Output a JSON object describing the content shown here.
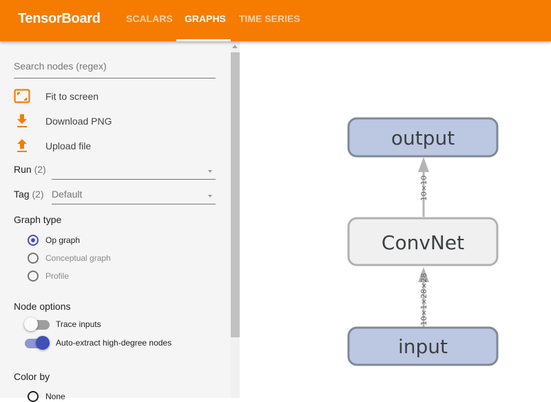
{
  "header": {
    "brand": "TensorBoard",
    "tabs": [
      {
        "label": "SCALARS",
        "active": false
      },
      {
        "label": "GRAPHS",
        "active": true
      },
      {
        "label": "TIME SERIES",
        "active": false
      }
    ],
    "color": "#f57c00"
  },
  "sidebar": {
    "search_placeholder": "Search nodes (regex)",
    "actions": [
      {
        "label": "Fit to screen",
        "icon": "fit-screen-icon"
      },
      {
        "label": "Download PNG",
        "icon": "download-icon"
      },
      {
        "label": "Upload file",
        "icon": "upload-icon"
      }
    ],
    "run": {
      "label": "Run",
      "count": "(2)",
      "value": ""
    },
    "tag": {
      "label": "Tag",
      "count": "(2)",
      "value": "Default"
    },
    "graph_type": {
      "title": "Graph type",
      "options": [
        {
          "label": "Op graph",
          "selected": true,
          "disabled": false
        },
        {
          "label": "Conceptual graph",
          "selected": false,
          "disabled": true
        },
        {
          "label": "Profile",
          "selected": false,
          "disabled": true
        }
      ]
    },
    "node_options": {
      "title": "Node options",
      "toggles": [
        {
          "label": "Trace inputs",
          "on": false
        },
        {
          "label": "Auto-extract high-degree nodes",
          "on": true
        }
      ]
    },
    "color_by": {
      "title": "Color by",
      "options": [
        {
          "label": "None",
          "selected": false
        }
      ]
    },
    "accent": "#3f51b5"
  },
  "graph": {
    "nodes": [
      {
        "label": "output",
        "type": "op",
        "fill": "#bcc8e1",
        "stroke": "#7f8899"
      },
      {
        "label": "ConvNet",
        "type": "meta",
        "fill": "#f0f0f0",
        "stroke": "#b0b0b0"
      },
      {
        "label": "input",
        "type": "op",
        "fill": "#bcc8e1",
        "stroke": "#7f8899"
      }
    ],
    "edges": [
      {
        "from": "input",
        "to": "ConvNet",
        "shape": "10×1×28×28"
      },
      {
        "from": "ConvNet",
        "to": "output",
        "shape": "10×10"
      }
    ]
  }
}
